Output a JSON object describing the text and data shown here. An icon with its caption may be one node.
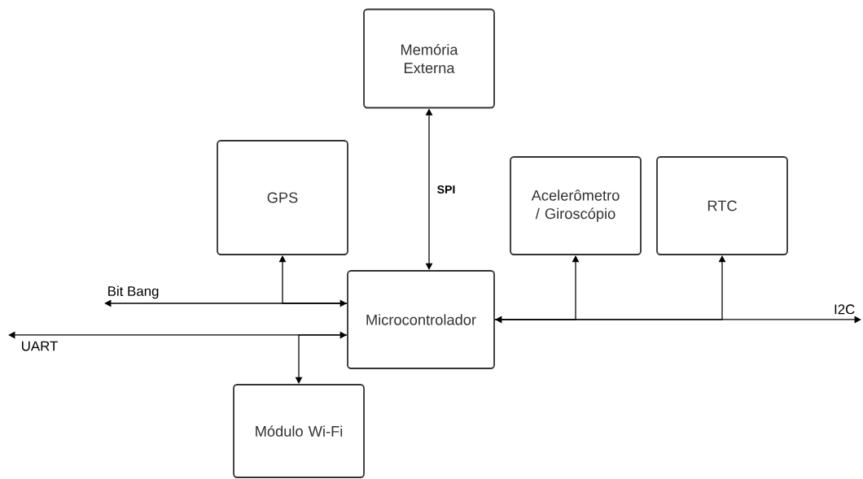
{
  "diagram": {
    "nodes": [
      {
        "text": [
          "Memória Externa"
        ]
      },
      {
        "text": [
          "GPS"
        ]
      },
      {
        "text": [
          "Acelerômetro / Giroscópio"
        ]
      },
      {
        "text": [
          "RTC"
        ]
      },
      {
        "text": [
          "Microcontrolador"
        ]
      },
      {
        "text": [
          "Módulo Wi-Fi"
        ]
      }
    ],
    "edges": [
      {
        "from": 4,
        "to": 0,
        "arrow": "both",
        "label": "SPI"
      },
      {
        "from": null,
        "to": 4,
        "arrow": "both",
        "label": "Bit Bang"
      },
      {
        "from": 4,
        "to": 1,
        "arrow": "to"
      },
      {
        "from": null,
        "to": 4,
        "arrow": "both",
        "label": "UART"
      },
      {
        "from": 4,
        "to": 5,
        "arrow": "to"
      },
      {
        "from": 4,
        "to": null,
        "arrow": "both",
        "label": "I2C"
      },
      {
        "from": 4,
        "to": 2,
        "arrow": "to"
      },
      {
        "from": 4,
        "to": 3,
        "arrow": "to"
      }
    ]
  }
}
